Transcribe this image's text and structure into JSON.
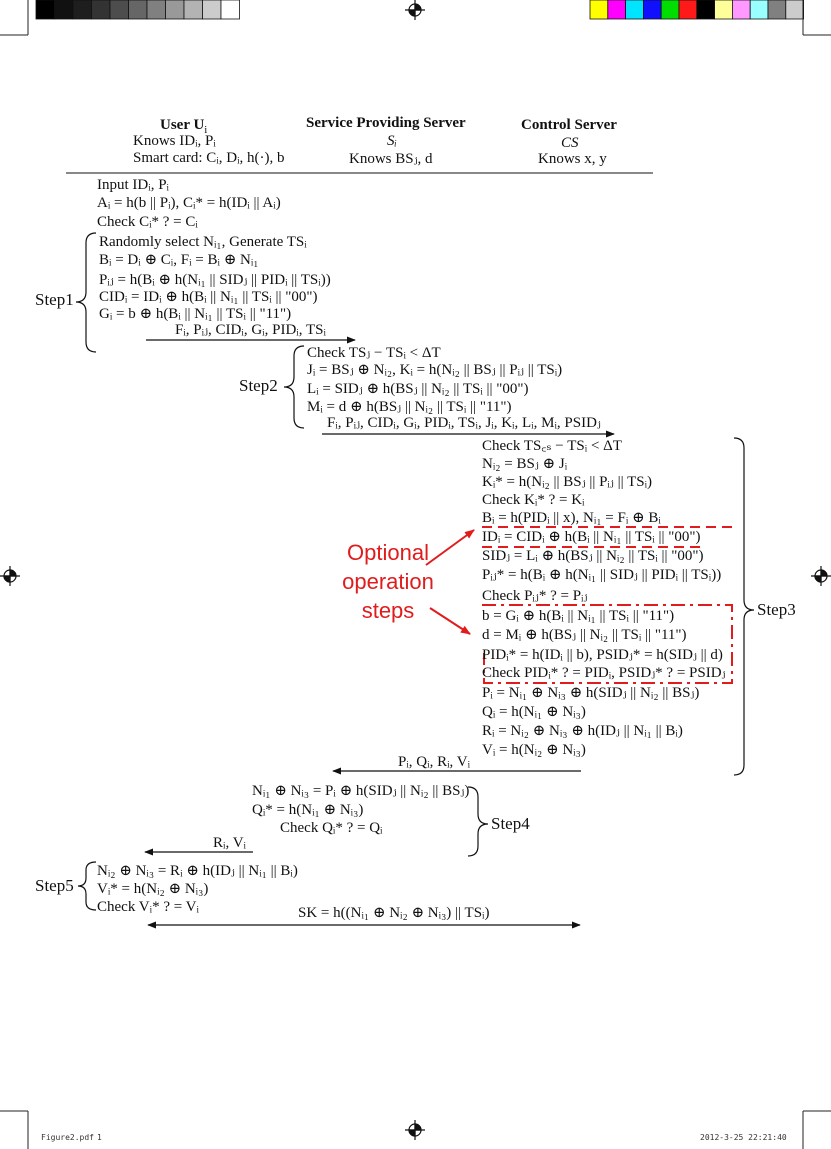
{
  "calibration_bars": {
    "gray_left": [
      "#000000",
      "#111111",
      "#1e1e1e",
      "#333333",
      "#4d4d4d",
      "#666666",
      "#808080",
      "#999999",
      "#b3b3b3",
      "#cccccc",
      "#ffffff"
    ],
    "color_right": [
      "#ffff00",
      "#ff00ff",
      "#00e5ff",
      "#1010ff",
      "#00dd00",
      "#ff1a1a",
      "#000000",
      "#ffff99",
      "#ff99ff",
      "#99ffff",
      "#808080",
      "#cccccc"
    ]
  },
  "header": {
    "user": {
      "title": "User U",
      "subscript": "i",
      "knows": "Knows  IDᵢ, Pᵢ",
      "smart_card": "Smart card: Cᵢ, Dᵢ, h(·), b"
    },
    "sps": {
      "title": "Service Providing Server",
      "symbol": "Sᵢ",
      "knows": "Knows BSⱼ, d"
    },
    "cs": {
      "title": "Control Server",
      "symbol": "CS",
      "knows": "Knows x, y"
    }
  },
  "pre": [
    "Input IDᵢ, Pᵢ",
    "Aᵢ = h(b || Pᵢ), Cᵢ* = h(IDᵢ || Aᵢ)",
    "Check Cᵢ* ? = Cᵢ"
  ],
  "step1": {
    "label": "Step1",
    "lines": [
      "Randomly select Nᵢ₁, Generate TSᵢ",
      "Bᵢ = Dᵢ ⊕ Cᵢ, Fᵢ = Bᵢ ⊕ Nᵢ₁",
      "Pᵢⱼ = h(Bᵢ ⊕ h(Nᵢ₁ || SIDⱼ || PIDᵢ || TSᵢ))",
      "CIDᵢ = IDᵢ ⊕ h(Bᵢ || Nᵢ₁ || TSᵢ || \"00\")",
      "Gᵢ = b ⊕ h(Bᵢ || Nᵢ₁ || TSᵢ || \"11\")"
    ],
    "message": "Fᵢ, Pᵢⱼ, CIDᵢ, Gᵢ, PIDᵢ, TSᵢ"
  },
  "step2": {
    "label": "Step2",
    "lines": [
      "Check TSⱼ − TSᵢ < ΔT",
      "Jᵢ = BSⱼ ⊕ Nᵢ₂, Kᵢ = h(Nᵢ₂ || BSⱼ || Pᵢⱼ || TSᵢ)",
      "Lᵢ = SIDⱼ ⊕ h(BSⱼ || Nᵢ₂ || TSᵢ || \"00\")",
      "Mᵢ = d ⊕ h(BSⱼ || Nᵢ₂ || TSᵢ || \"11\")"
    ],
    "message": "Fᵢ, Pᵢⱼ, CIDᵢ, Gᵢ, PIDᵢ, TSᵢ, Jᵢ, Kᵢ, Lᵢ, Mᵢ, PSIDⱼ"
  },
  "step3": {
    "label": "Step3",
    "lines": [
      "Check TS꜀ₛ − TSᵢ < ΔT",
      "Nᵢ₂ = BSⱼ ⊕ Jᵢ",
      "Kᵢ* = h(Nᵢ₂ || BSⱼ || Pᵢⱼ || TSᵢ)",
      "Check Kᵢ* ? = Kᵢ",
      "Bᵢ = h(PIDᵢ || x), Nᵢ₁ = Fᵢ ⊕ Bᵢ",
      "IDᵢ = CIDᵢ ⊕ h(Bᵢ || Nᵢ₁ || TSᵢ || \"00\")",
      "SIDⱼ = Lᵢ ⊕ h(BSⱼ || Nᵢ₂ || TSᵢ || \"00\")",
      "Pᵢⱼ* = h(Bᵢ ⊕ h(Nᵢ₁ || SIDⱼ || PIDᵢ || TSᵢ))",
      "Check  Pᵢⱼ* ? = Pᵢⱼ",
      "b = Gᵢ ⊕ h(Bᵢ || Nᵢ₁ || TSᵢ || \"11\")",
      "d = Mᵢ ⊕ h(BSⱼ || Nᵢ₂ || TSᵢ || \"11\")",
      "PIDᵢ* = h(IDᵢ || b), PSIDⱼ* = h(SIDⱼ || d)",
      "Check PIDᵢ* ? = PIDᵢ, PSIDⱼ* ? = PSIDⱼ",
      "Pᵢ = Nᵢ₁ ⊕ Nᵢ₃ ⊕ h(SIDⱼ || Nᵢ₂ || BSⱼ)",
      "Qᵢ = h(Nᵢ₁ ⊕ Nᵢ₃)",
      "Rᵢ = Nᵢ₂ ⊕ Nᵢ₃ ⊕ h(IDⱼ || Nᵢ₁ || Bᵢ)",
      "Vᵢ = h(Nᵢ₂ ⊕ Nᵢ₃)"
    ],
    "message": "Pᵢ, Qᵢ, Rᵢ, Vᵢ",
    "optional_label_line1": "Optional",
    "optional_label_line2": "operation",
    "optional_label_line3": "steps"
  },
  "step4": {
    "label": "Step4",
    "lines": [
      "Nᵢ₁ ⊕ Nᵢ₃ = Pᵢ ⊕ h(SIDⱼ || Nᵢ₂ || BSⱼ)",
      "Qᵢ* = h(Nᵢ₁ ⊕ Nᵢ₃)",
      "Check Qᵢ* ? = Qᵢ"
    ],
    "message": "Rᵢ, Vᵢ"
  },
  "step5": {
    "label": "Step5",
    "lines": [
      "Nᵢ₂ ⊕ Nᵢ₃ = Rᵢ ⊕ h(IDⱼ || Nᵢ₁ || Bᵢ)",
      "Vᵢ* = h(Nᵢ₂ ⊕ Nᵢ₃)",
      "Check Vᵢ* ? = Vᵢ"
    ],
    "session_key": "SK = h((Nᵢ₁ ⊕ Nᵢ₂ ⊕ Nᵢ₃) || TSᵢ)"
  },
  "footer": {
    "filename": "Figure2.pdf",
    "page": "1",
    "timestamp": "2012-3-25    22:21:40"
  },
  "colors": {
    "ink": "#111111",
    "annotation": "#e01c1c"
  }
}
